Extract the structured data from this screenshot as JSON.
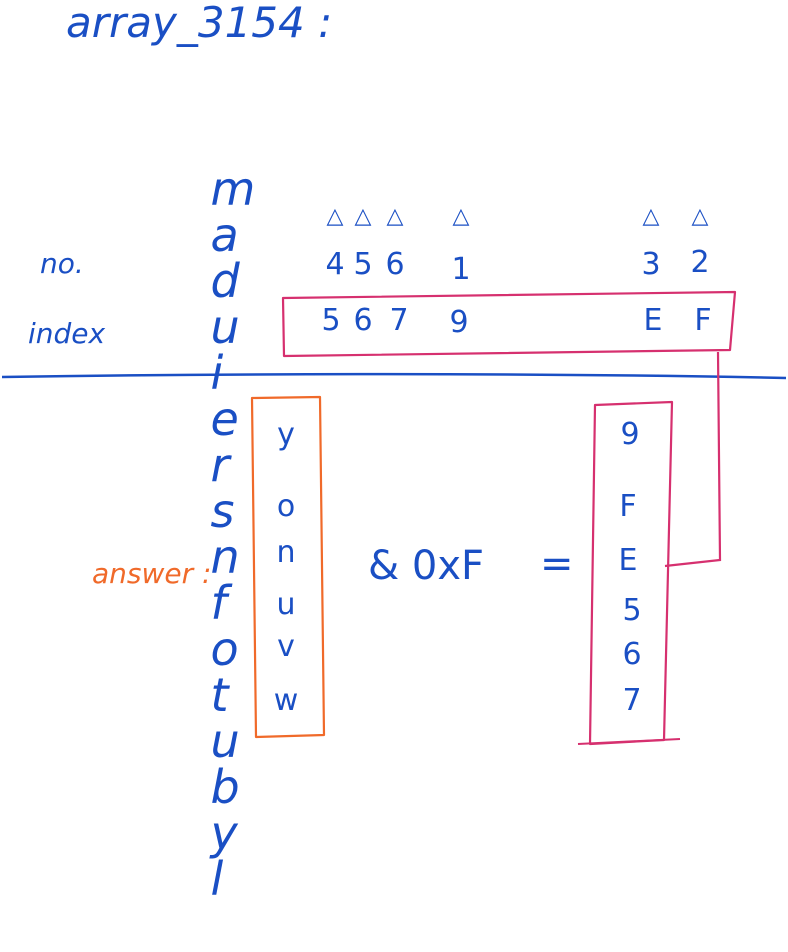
{
  "title": "array_3154 :",
  "sequence": [
    "m",
    "a",
    "d",
    "u",
    "i",
    "e",
    "r",
    "s",
    "n",
    "f",
    "o",
    "t",
    "u",
    "b",
    "y",
    "l"
  ],
  "no_label": "no.",
  "index_label": "index",
  "markers": [
    {
      "no": "4",
      "index": "5"
    },
    {
      "no": "5",
      "index": "6"
    },
    {
      "no": "6",
      "index": "7"
    },
    {
      "no": "1",
      "index": "9"
    },
    {
      "no": "3",
      "index": "E"
    },
    {
      "no": "2",
      "index": "F"
    }
  ],
  "answer_label": "answer :",
  "answer": [
    "y",
    "o",
    "n",
    "u",
    "v",
    "w"
  ],
  "operator": "& 0xF",
  "equals": "=",
  "result": [
    "9",
    "F",
    "E",
    "5",
    "6",
    "7"
  ],
  "colors": {
    "ink": "#1a4fc4",
    "box": "#d6306f",
    "answer": "#f06a2a"
  }
}
